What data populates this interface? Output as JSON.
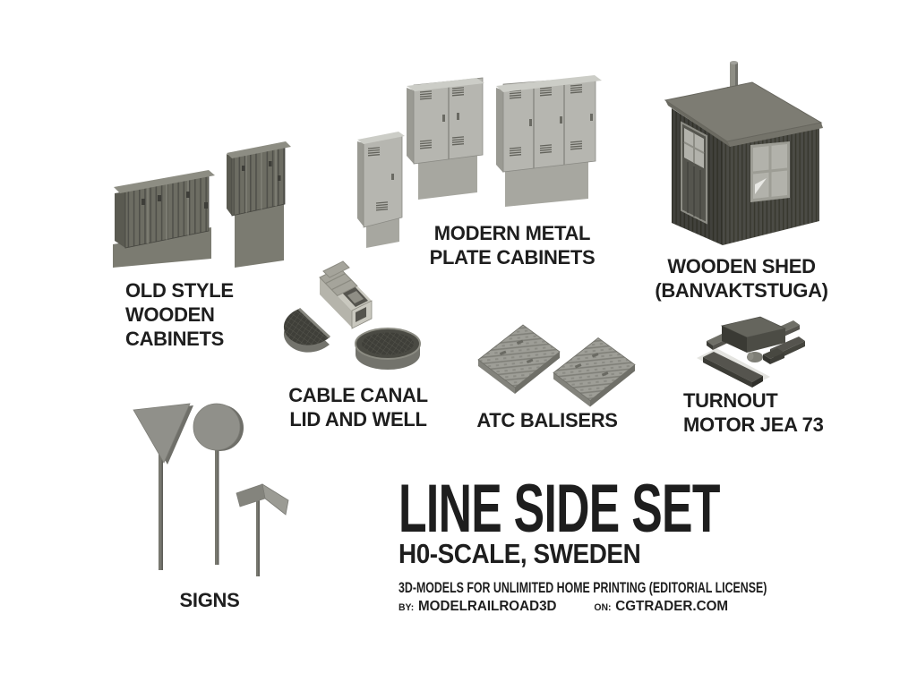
{
  "poster": {
    "items": {
      "old_cabinets": {
        "line1": "OLD STYLE",
        "line2": "WOODEN",
        "line3": "CABINETS"
      },
      "modern_cabinets": {
        "line1": "MODERN METAL",
        "line2": "PLATE CABINETS"
      },
      "wooden_shed": {
        "line1": "WOODEN SHED",
        "line2": "(BANVAKTSTUGA)"
      },
      "cable_canal": {
        "line1": "CABLE CANAL",
        "line2": "LID AND WELL"
      },
      "atc_balisers": {
        "line1": "ATC BALISERS"
      },
      "turnout_motor": {
        "line1": "TURNOUT",
        "line2": "MOTOR JEA 73"
      },
      "signs": {
        "line1": "SIGNS"
      }
    },
    "title_block": {
      "title": "LINE SIDE SET",
      "subtitle": "H0-SCALE, SWEDEN",
      "license": "3D-MODELS FOR UNLIMITED HOME PRINTING (EDITORIAL LICENSE)",
      "by_label": "BY:",
      "by_value": "MODELRAILROAD3D",
      "on_label": "ON:",
      "on_value": "CGTRADER.COM"
    }
  },
  "palette": {
    "bg": "#ffffff",
    "ink": "#1e1e1e",
    "old-front": "#6d6d63",
    "old-plank": "#50504a",
    "old-top": "#8d8d83",
    "old-side": "#5a5a51",
    "old-base": "#7b7b71",
    "mod-front": "#b6b6b0",
    "mod-side": "#9a9a93",
    "mod-top": "#cccdc7",
    "mod-base": "#a7a7a0",
    "mod-detail": "#6a6a63",
    "shed-wall": "#4b4b45",
    "shed-stripe": "#38382f",
    "shed-roof": "#7d7c73",
    "shed-roof-edge": "#6b6a61",
    "shed-frame": "#9d9d95",
    "shed-pane": "#b2b2ab",
    "canal-body": "#b5b4ab",
    "canal-lid": "#a5a49b",
    "canal-inner": "#c9c8bf",
    "canal-shadow": "#55544e",
    "well-side": "#73736c",
    "well-top": "#3f3f39",
    "bal-top": "#9e9e97",
    "bal-rib": "#7f7f78",
    "bal-edge": "#83837c",
    "bal-edge2": "#6f6f68",
    "to-dark": "#3c3c36",
    "to-mid": "#55544e",
    "to-light": "#6f6f67",
    "sign-face": "#90908a",
    "sign-edge": "#6f6f69",
    "sign-pole": "#77776f"
  }
}
